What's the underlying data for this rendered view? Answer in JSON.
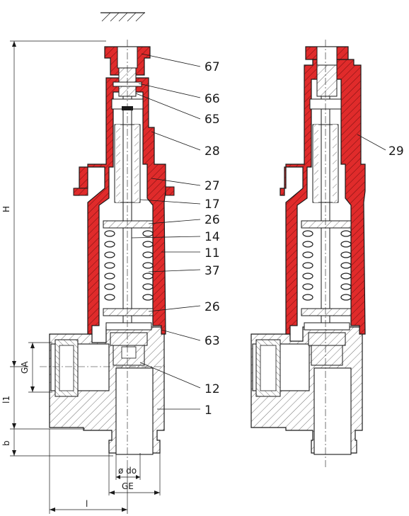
{
  "colors": {
    "bonnet_red": "#e02b2b",
    "outline": "#1a1a1a",
    "background": "#ffffff"
  },
  "part_numbers": {
    "p67": "67",
    "p66": "66",
    "p65": "65",
    "p28": "28",
    "p27": "27",
    "p17": "17",
    "p26a": "26",
    "p14": "14",
    "p11": "11",
    "p37": "37",
    "p26b": "26",
    "p63": "63",
    "p12": "12",
    "p1": "1",
    "p29": "29"
  },
  "dimensions": {
    "H": "H",
    "GA": "GA",
    "l1": "l1",
    "b": "b",
    "do": "ø do",
    "GE": "GE",
    "l": "l"
  }
}
